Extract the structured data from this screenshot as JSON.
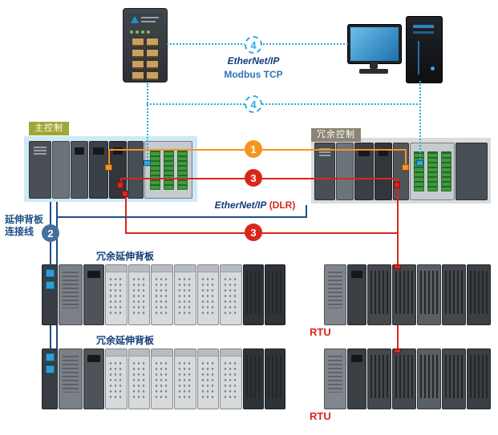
{
  "meta": {
    "diagram_type": "plc-redundancy-network-topology"
  },
  "colors": {
    "cyan_link": "#29abe2",
    "orange_link": "#f7941e",
    "red_link": "#d9261c",
    "navy_link": "#1d4e89",
    "main_tag_bg": "#9fa732",
    "redundant_tag_bg": "#8b8374",
    "modbus_blue": "#2e74b5",
    "ethernet_navy": "#123d7a",
    "main_panel_bg": "#cfe9f7",
    "redundant_panel_bg": "#dadbdc"
  },
  "badges": {
    "one": "1",
    "two": "2",
    "three": "3",
    "four": "4"
  },
  "tags": {
    "main_control": "主控制",
    "redundant_control": "冗余控制"
  },
  "links": {
    "ethernet_ip": "EtherNet/IP",
    "modbus_tcp": "Modbus TCP",
    "dlr_protocol": "EtherNet/IP",
    "dlr_suffix": "(DLR)"
  },
  "left_note": {
    "line1": "延伸背板",
    "line2": "连接线"
  },
  "rack_labels": {
    "extension_backplane": "冗余延伸背板",
    "rtu": "RTU"
  },
  "devices": {
    "switch": "ethernet-switch",
    "pc": "engineering-workstation"
  }
}
